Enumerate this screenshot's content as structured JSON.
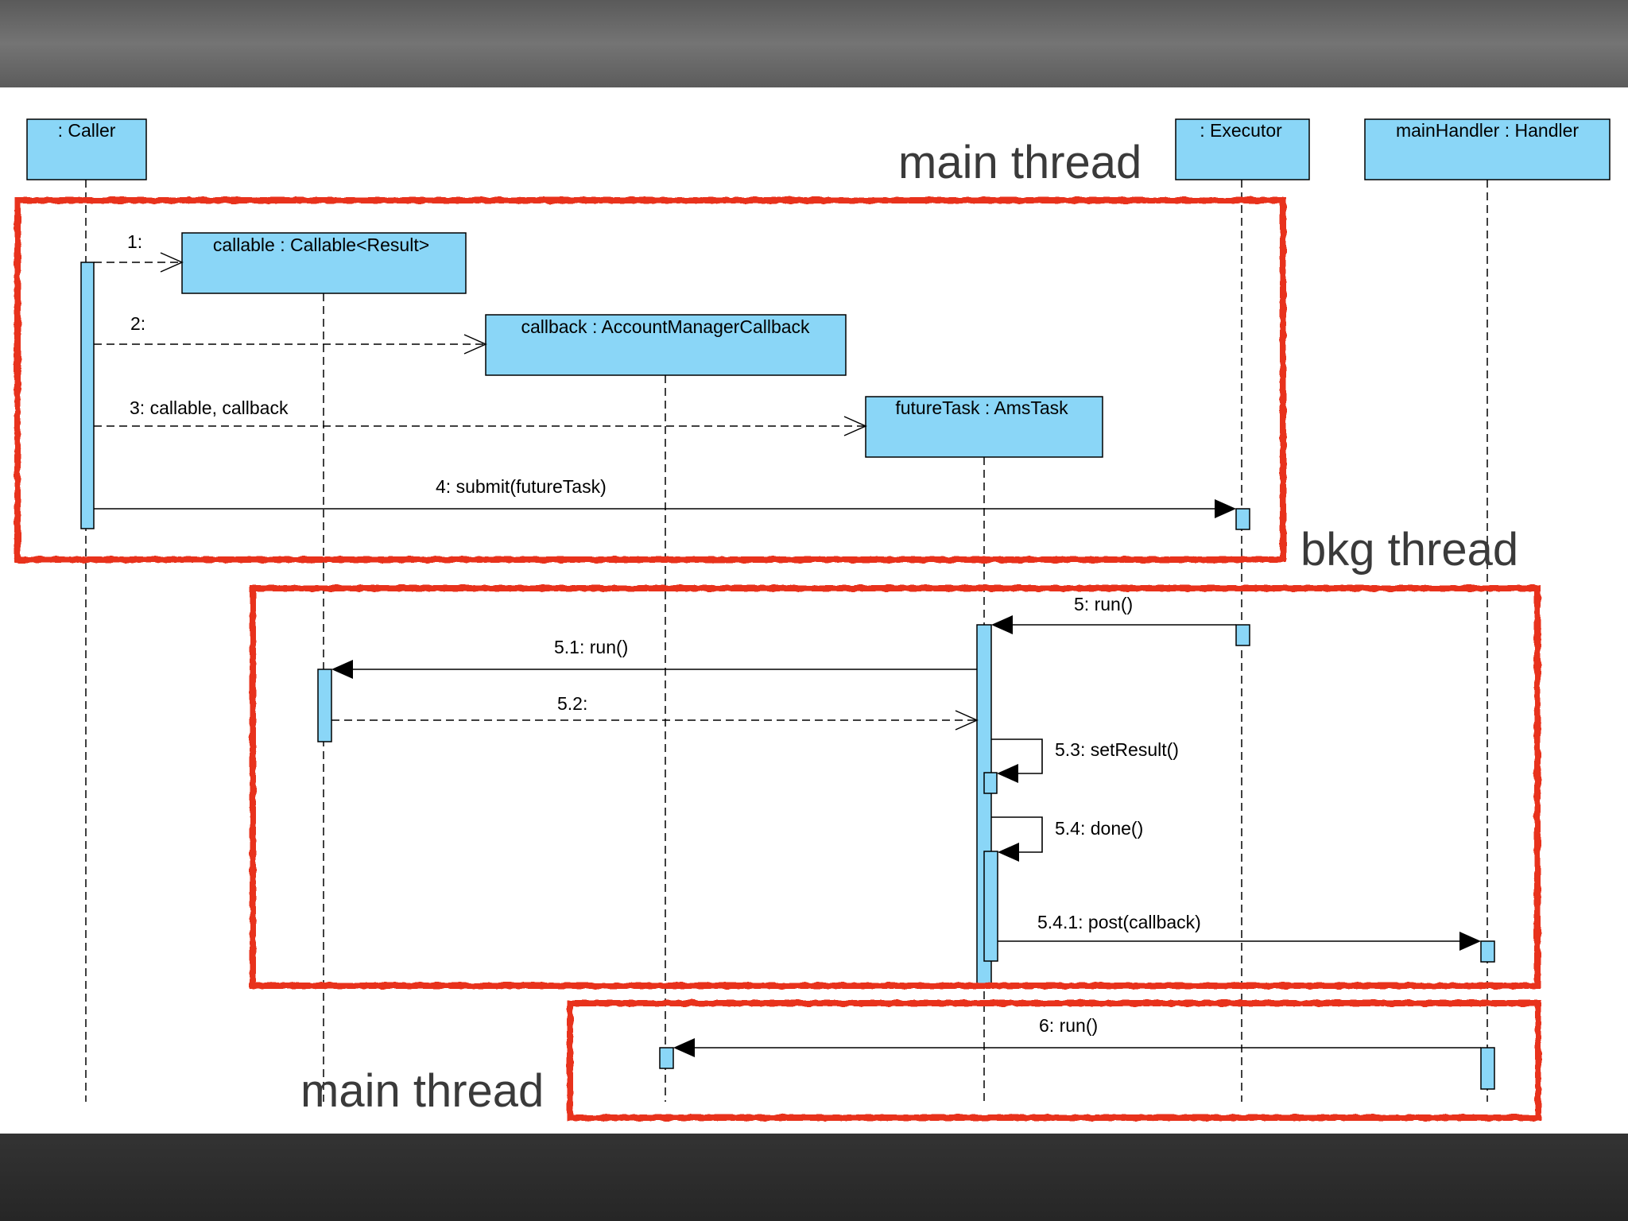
{
  "lifelines": [
    {
      "id": "caller",
      "label": ": Caller"
    },
    {
      "id": "callable",
      "label": "callable : Callable<Result>"
    },
    {
      "id": "callback",
      "label": "callback : AccountManagerCallback"
    },
    {
      "id": "futureTask",
      "label": "futureTask : AmsTask"
    },
    {
      "id": "executor",
      "label": ": Executor"
    },
    {
      "id": "handler",
      "label": "mainHandler : Handler"
    }
  ],
  "messages": [
    {
      "label": "1:",
      "type": "create"
    },
    {
      "label": "2:",
      "type": "create"
    },
    {
      "label": "3: callable, callback",
      "type": "create"
    },
    {
      "label": "4: submit(futureTask)",
      "type": "sync"
    },
    {
      "label": "5: run()",
      "type": "sync"
    },
    {
      "label": "5.1: run()",
      "type": "sync"
    },
    {
      "label": "5.2:",
      "type": "return"
    },
    {
      "label": "5.3: setResult()",
      "type": "self"
    },
    {
      "label": "5.4: done()",
      "type": "self"
    },
    {
      "label": "5.4.1: post(callback)",
      "type": "sync"
    },
    {
      "label": "6: run()",
      "type": "sync"
    }
  ],
  "threads": {
    "top": "main thread",
    "middle": "bkg thread",
    "bottom": "main thread"
  },
  "colors": {
    "box_fill": "#8ad6f7",
    "region_outline": "#e8301e",
    "line": "#000000"
  }
}
